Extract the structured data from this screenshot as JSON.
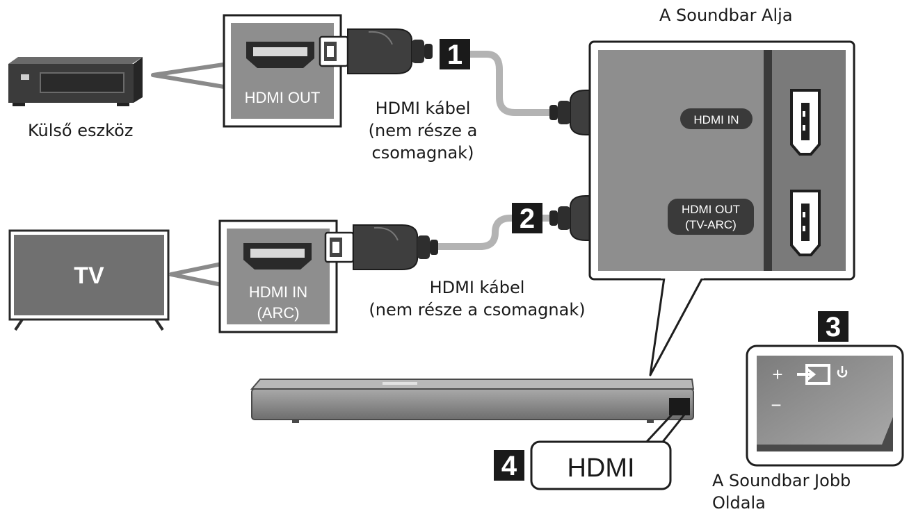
{
  "labels": {
    "external_device": "Külső eszköz",
    "tv_device": "TV",
    "soundbar_bottom": "A Soundbar Alja",
    "soundbar_right_side": "A Soundbar Jobb Oldala",
    "cable1_l1": "HDMI kábel",
    "cable1_l2": "(nem része a",
    "cable1_l3": "csomagnak)",
    "cable2_l1": "HDMI kábel",
    "cable2_l2": "(nem része a csomagnak)",
    "ext_port": "HDMI OUT",
    "tv_port_l1": "HDMI IN",
    "tv_port_l2": "(ARC)",
    "sb_hdmi_in": "HDMI IN",
    "sb_hdmi_out_l1": "HDMI OUT",
    "sb_hdmi_out_l2": "(TV-ARC)",
    "hdmi_callout": "HDMI"
  },
  "steps": [
    "1",
    "2",
    "3",
    "4"
  ],
  "buttons": {
    "plus": "+",
    "minus": "−"
  },
  "colors": {
    "panel": "#8e8e8e",
    "dark": "#3c3c3c",
    "step_bg": "#1a1a1a",
    "pill": "#3a3a3a",
    "cable": "#b3b3b3"
  }
}
